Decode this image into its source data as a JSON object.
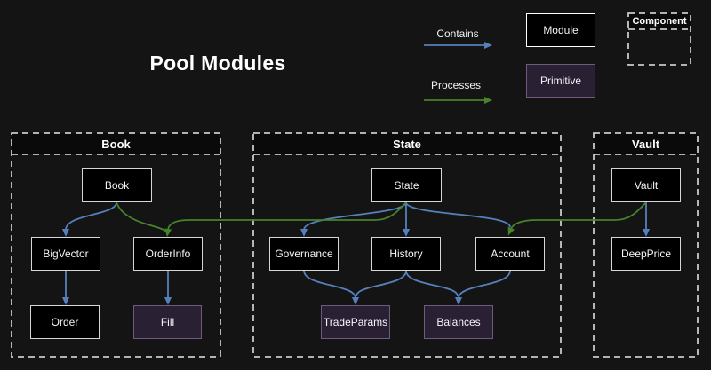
{
  "title": "Pool Modules",
  "legend": {
    "contains": "Contains",
    "processes": "Processes",
    "module": "Module",
    "primitive": "Primitive",
    "component": "Component"
  },
  "colors": {
    "background": "#141414",
    "contains_edge": "#5580bb",
    "processes_edge": "#47832c",
    "module_fill": "#000000",
    "module_border": "#d6d6d6",
    "primitive_fill": "#2a2033",
    "primitive_border": "#6e5a7e",
    "container_dash": "#c9c9c9",
    "text": "#f5f5f5"
  },
  "groups": {
    "book": {
      "label": "Book",
      "nodes": {
        "book": "Book",
        "bigvector": "BigVector",
        "orderinfo": "OrderInfo",
        "order": "Order",
        "fill": "Fill"
      }
    },
    "state": {
      "label": "State",
      "nodes": {
        "state": "State",
        "governance": "Governance",
        "history": "History",
        "account": "Account",
        "tradeparams": "TradeParams",
        "balances": "Balances"
      }
    },
    "vault": {
      "label": "Vault",
      "nodes": {
        "vault": "Vault",
        "deepprice": "DeepPrice"
      }
    }
  },
  "edges": [
    {
      "from": "Book",
      "to": "BigVector",
      "type": "contains"
    },
    {
      "from": "Book",
      "to": "OrderInfo",
      "type": "contains"
    },
    {
      "from": "BigVector",
      "to": "Order",
      "type": "contains"
    },
    {
      "from": "OrderInfo",
      "to": "Fill",
      "type": "contains"
    },
    {
      "from": "State",
      "to": "Governance",
      "type": "contains"
    },
    {
      "from": "State",
      "to": "History",
      "type": "contains"
    },
    {
      "from": "State",
      "to": "Account",
      "type": "contains"
    },
    {
      "from": "Governance",
      "to": "TradeParams",
      "type": "contains"
    },
    {
      "from": "History",
      "to": "TradeParams",
      "type": "contains"
    },
    {
      "from": "History",
      "to": "Balances",
      "type": "contains"
    },
    {
      "from": "Account",
      "to": "Balances",
      "type": "contains"
    },
    {
      "from": "Vault",
      "to": "DeepPrice",
      "type": "contains"
    },
    {
      "from": "State",
      "to": "OrderInfo",
      "type": "processes"
    },
    {
      "from": "Vault",
      "to": "Account",
      "type": "processes"
    }
  ]
}
